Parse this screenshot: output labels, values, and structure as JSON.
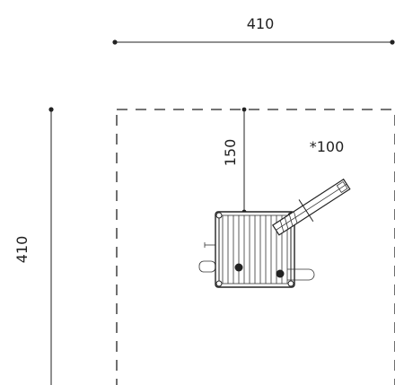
{
  "dimensions": {
    "top_width": "410",
    "left_height": "410",
    "offset_top": "150",
    "clearance": "*100"
  },
  "colors": {
    "line": "#222222",
    "background": "#ffffff"
  }
}
